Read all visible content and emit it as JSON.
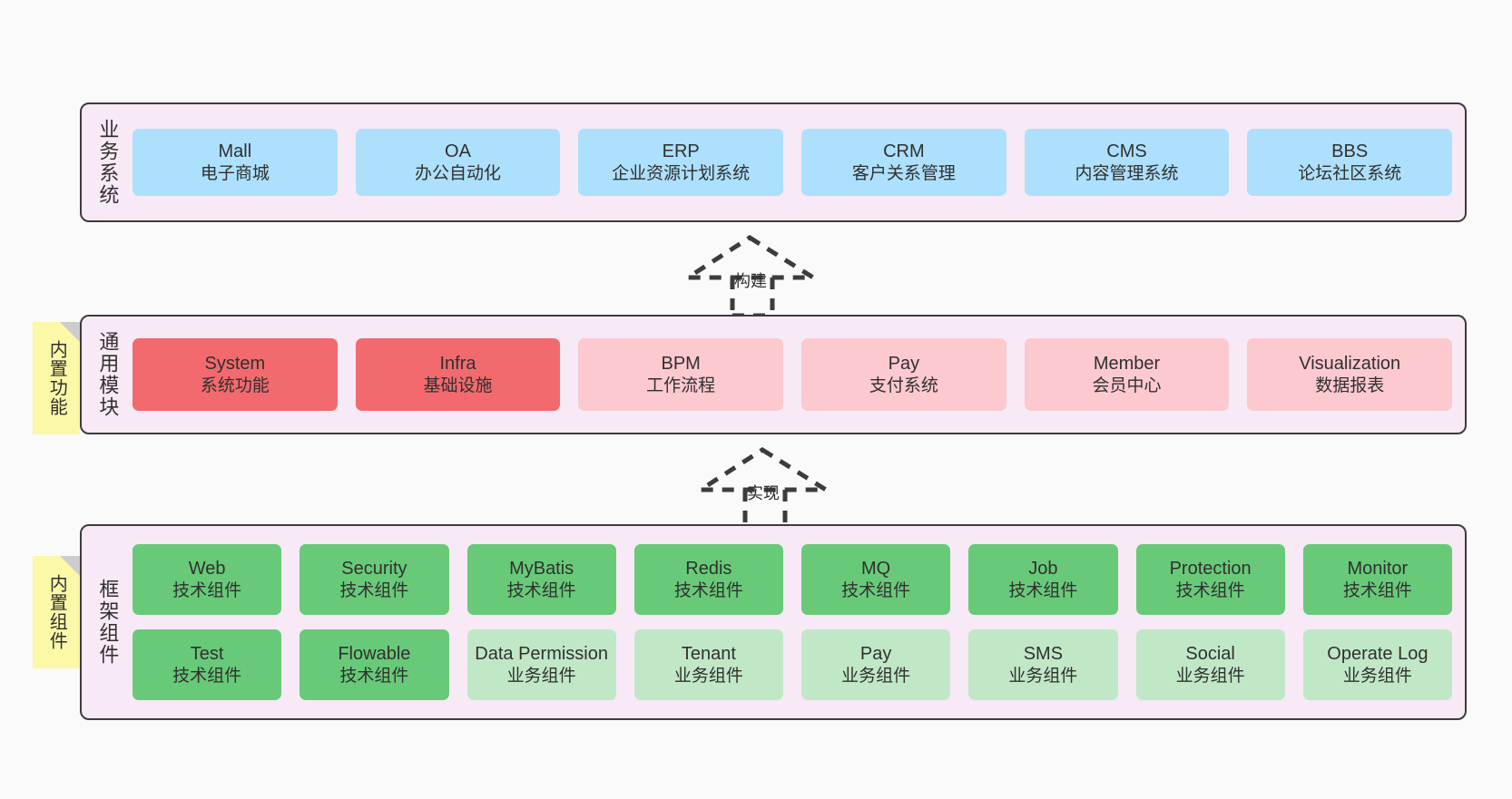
{
  "diagram": {
    "background_color": "#fafafa",
    "panel_color": "#f8e9f6",
    "border_color": "#3d3b3c",
    "note_color": "#fbf8a8"
  },
  "layers": [
    {
      "id": "business",
      "title": "业务系统",
      "rows": [
        [
          {
            "en": "Mall",
            "cn": "电子商城",
            "color": "#ade0fc",
            "tone": "c-blue"
          },
          {
            "en": "OA",
            "cn": "办公自动化",
            "color": "#ade0fc",
            "tone": "c-blue"
          },
          {
            "en": "ERP",
            "cn": "企业资源计划系统",
            "color": "#ade0fc",
            "tone": "c-blue"
          },
          {
            "en": "CRM",
            "cn": "客户关系管理",
            "color": "#ade0fc",
            "tone": "c-blue"
          },
          {
            "en": "CMS",
            "cn": "内容管理系统",
            "color": "#ade0fc",
            "tone": "c-blue"
          },
          {
            "en": "BBS",
            "cn": "论坛社区系统",
            "color": "#ade0fc",
            "tone": "c-blue"
          }
        ]
      ]
    },
    {
      "id": "common",
      "title": "通用模块",
      "note": "内置功能",
      "rows": [
        [
          {
            "en": "System",
            "cn": "系统功能",
            "color": "#f26a6e",
            "tone": "c-red"
          },
          {
            "en": "Infra",
            "cn": "基础设施",
            "color": "#f26a6e",
            "tone": "c-red"
          },
          {
            "en": "BPM",
            "cn": "工作流程",
            "color": "#fcc9cf",
            "tone": "c-pink"
          },
          {
            "en": "Pay",
            "cn": "支付系统",
            "color": "#fcc9cf",
            "tone": "c-pink"
          },
          {
            "en": "Member",
            "cn": "会员中心",
            "color": "#fcc9cf",
            "tone": "c-pink"
          },
          {
            "en": "Visualization",
            "cn": "数据报表",
            "color": "#fcc9cf",
            "tone": "c-pink"
          }
        ]
      ]
    },
    {
      "id": "framework",
      "title": "框架组件",
      "note": "内置组件",
      "rows": [
        [
          {
            "en": "Web",
            "cn": "技术组件",
            "color": "#68ca79",
            "tone": "c-green"
          },
          {
            "en": "Security",
            "cn": "技术组件",
            "color": "#68ca79",
            "tone": "c-green"
          },
          {
            "en": "MyBatis",
            "cn": "技术组件",
            "color": "#68ca79",
            "tone": "c-green"
          },
          {
            "en": "Redis",
            "cn": "技术组件",
            "color": "#68ca79",
            "tone": "c-green"
          },
          {
            "en": "MQ",
            "cn": "技术组件",
            "color": "#68ca79",
            "tone": "c-green"
          },
          {
            "en": "Job",
            "cn": "技术组件",
            "color": "#68ca79",
            "tone": "c-green"
          },
          {
            "en": "Protection",
            "cn": "技术组件",
            "color": "#68ca79",
            "tone": "c-green"
          },
          {
            "en": "Monitor",
            "cn": "技术组件",
            "color": "#68ca79",
            "tone": "c-green"
          }
        ],
        [
          {
            "en": "Test",
            "cn": "技术组件",
            "color": "#68ca79",
            "tone": "c-green"
          },
          {
            "en": "Flowable",
            "cn": "技术组件",
            "color": "#68ca79",
            "tone": "c-green"
          },
          {
            "en": "Data Permission",
            "cn": "业务组件",
            "color": "#c0e8c6",
            "tone": "c-greenlight"
          },
          {
            "en": "Tenant",
            "cn": "业务组件",
            "color": "#c0e8c6",
            "tone": "c-greenlight"
          },
          {
            "en": "Pay",
            "cn": "业务组件",
            "color": "#c0e8c6",
            "tone": "c-greenlight"
          },
          {
            "en": "SMS",
            "cn": "业务组件",
            "color": "#c0e8c6",
            "tone": "c-greenlight"
          },
          {
            "en": "Social",
            "cn": "业务组件",
            "color": "#c0e8c6",
            "tone": "c-greenlight"
          },
          {
            "en": "Operate Log",
            "cn": "业务组件",
            "color": "#c0e8c6",
            "tone": "c-greenlight"
          }
        ]
      ]
    }
  ],
  "connectors": [
    {
      "id": "build",
      "label": "构建",
      "from": "common",
      "to": "business"
    },
    {
      "id": "implement",
      "label": "实现",
      "from": "framework",
      "to": "common"
    }
  ]
}
